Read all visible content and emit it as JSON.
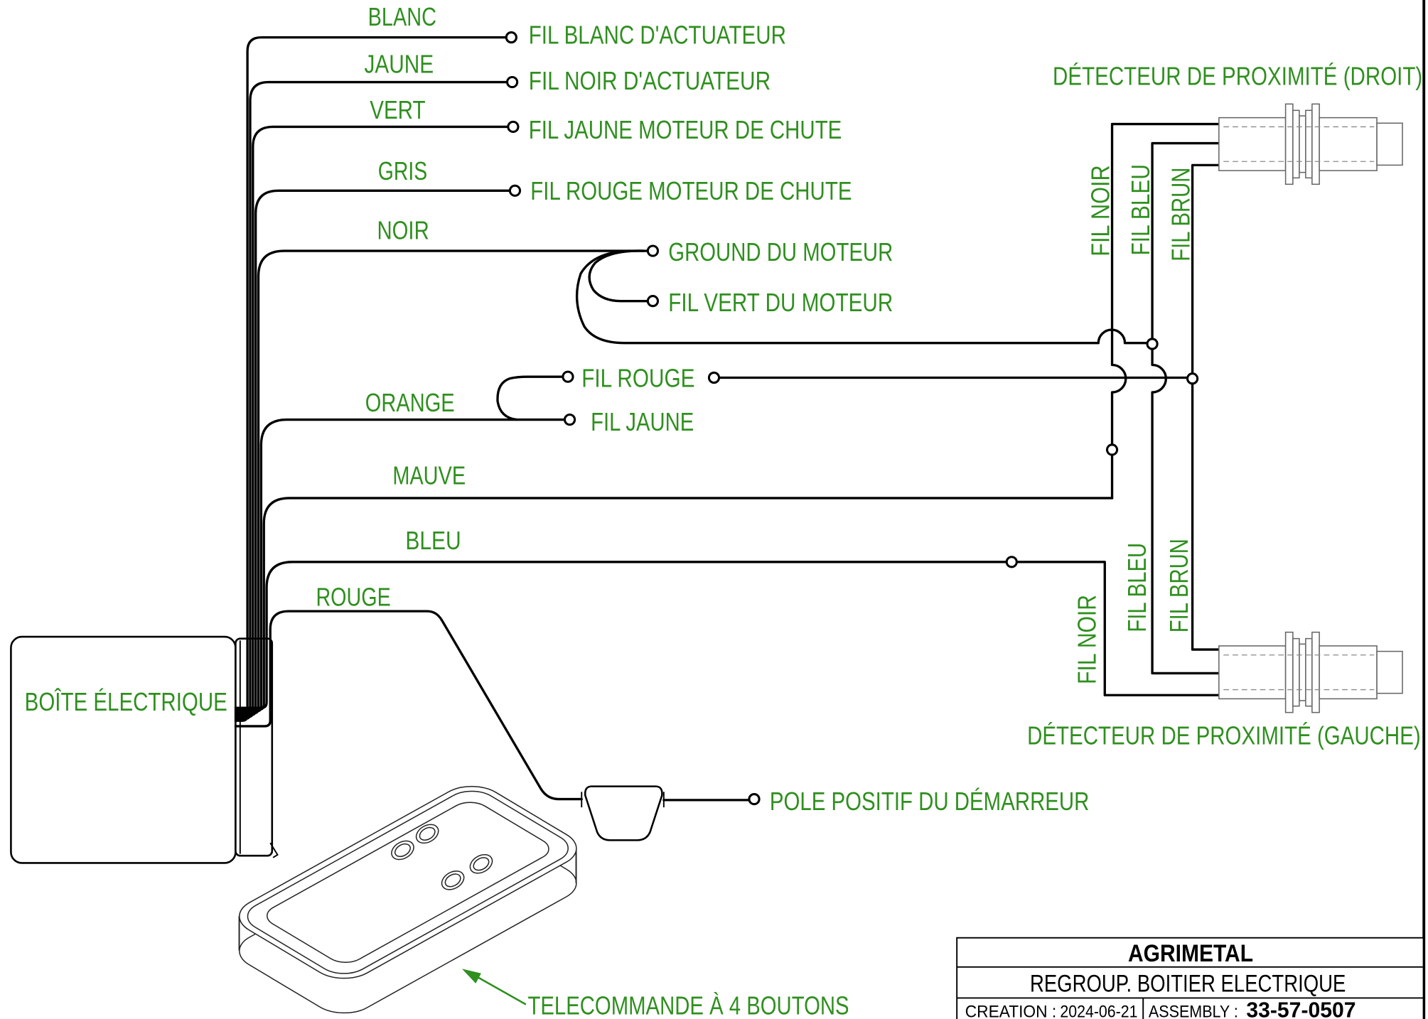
{
  "colors": {
    "label": "#2f8f1f",
    "wire": "#000000",
    "sensor": "#666666"
  },
  "wire_labels": {
    "blanc": "BLANC",
    "jaune": "JAUNE",
    "vert": "VERT",
    "gris": "GRIS",
    "noir": "NOIR",
    "orange": "ORANGE",
    "mauve": "MAUVE",
    "bleu": "BLEU",
    "rouge": "ROUGE"
  },
  "terminals": {
    "fil_blanc_actuateur": "FIL BLANC D'ACTUATEUR",
    "fil_noir_actuateur": "FIL NOIR D'ACTUATEUR",
    "fil_jaune_moteur_chute": "FIL JAUNE MOTEUR DE CHUTE",
    "fil_rouge_moteur_chute": "FIL ROUGE MOTEUR DE CHUTE",
    "ground_moteur": "GROUND DU MOTEUR",
    "fil_vert_moteur": "FIL VERT DU MOTEUR",
    "fil_rouge": "FIL ROUGE",
    "fil_jaune": "FIL JAUNE",
    "pole_positif": "POLE POSITIF DU DÉMARREUR"
  },
  "sensors": {
    "right": {
      "label": "DÉTECTEUR DE PROXIMITÉ (DROIT)",
      "wires": {
        "noir": "FIL NOIR",
        "bleu": "FIL BLEU",
        "brun": "FIL BRUN"
      }
    },
    "left": {
      "label": "DÉTECTEUR DE PROXIMITÉ (GAUCHE)",
      "wires": {
        "noir": "FIL NOIR",
        "bleu": "FIL BLEU",
        "brun": "FIL BRUN"
      }
    }
  },
  "electrical_box": {
    "label": "BOÎTE ÉLECTRIQUE"
  },
  "remote": {
    "label": "TELECOMMANDE À 4 BOUTONS"
  },
  "title_block": {
    "company": "AGRIMETAL",
    "title": "REGROUP. BOITIER ELECTRIQUE",
    "creation_label": "CREATION :",
    "creation_date": "2024-06-21",
    "assembly_label": "ASSEMBLY :",
    "assembly_number": "33-57-0507"
  }
}
